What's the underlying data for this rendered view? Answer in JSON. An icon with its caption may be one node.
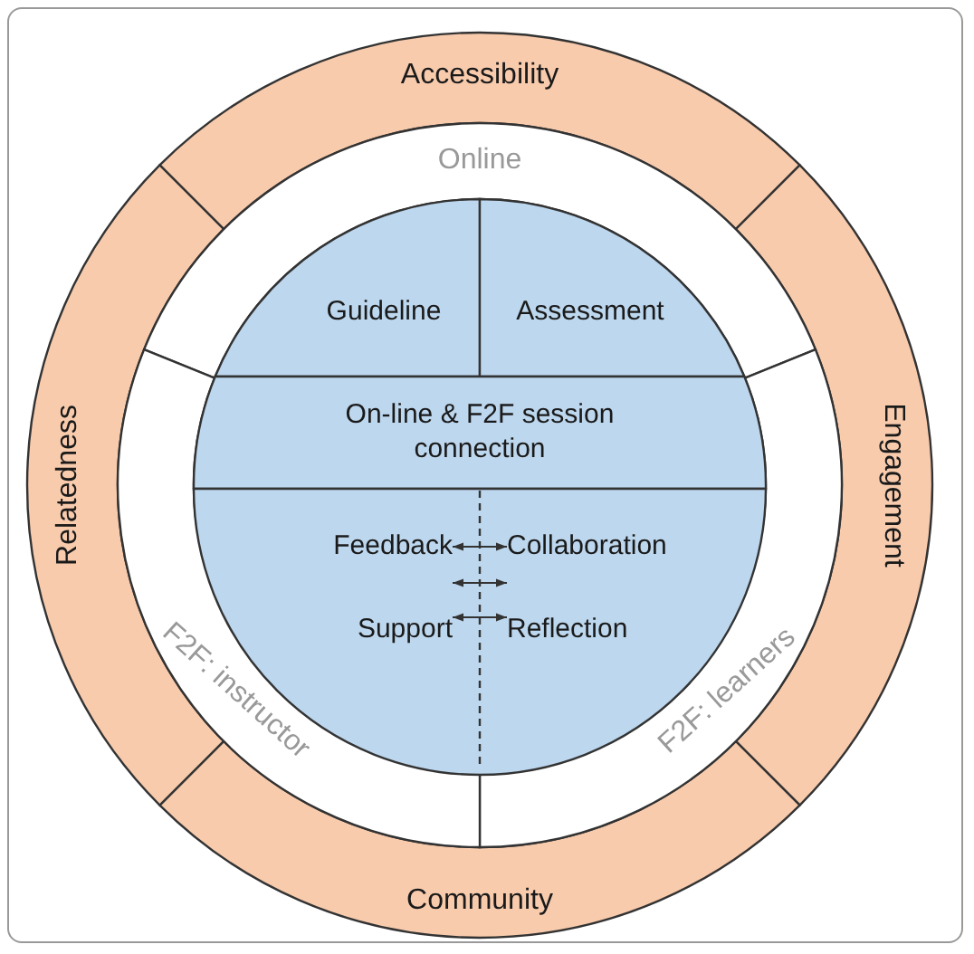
{
  "diagram": {
    "nodes": [
      {
        "text": [
          "Accessibility"
        ]
      },
      {
        "text": [
          "Engagement"
        ]
      },
      {
        "text": [
          "Community"
        ]
      },
      {
        "text": [
          "Relatedness"
        ]
      },
      {
        "text": [
          "Online"
        ]
      },
      {
        "text": [
          "F2F: learners"
        ]
      },
      {
        "text": [
          "F2F: instructor"
        ]
      },
      {
        "text": [
          "Guideline"
        ]
      },
      {
        "text": [
          "Assessment"
        ]
      },
      {
        "text": [
          "On-line & F2F session connection"
        ]
      },
      {
        "text": [
          "Feedback"
        ]
      },
      {
        "text": [
          "Collaboration"
        ]
      },
      {
        "text": [
          "Support"
        ]
      },
      {
        "text": [
          "Reflection"
        ]
      }
    ],
    "edges": [
      {
        "from": 10,
        "to": 11,
        "arrow": "both"
      },
      {
        "from": 10,
        "to": 13,
        "arrow": "both"
      },
      {
        "from": 12,
        "to": 13,
        "arrow": "both"
      }
    ]
  }
}
